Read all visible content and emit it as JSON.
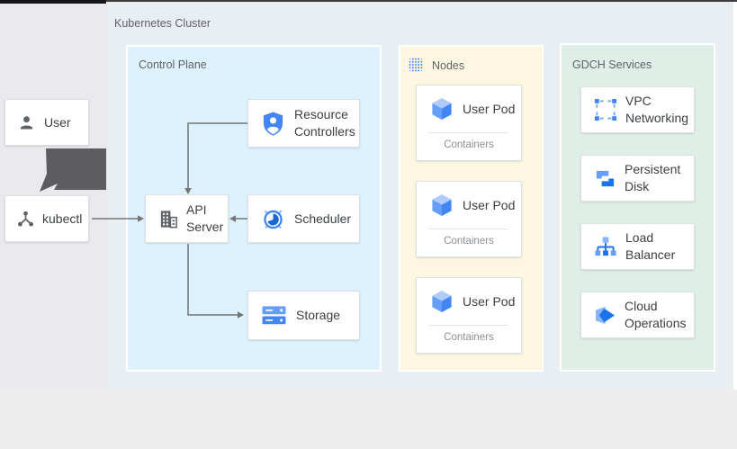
{
  "cluster": {
    "label": "Kubernetes Cluster"
  },
  "left_panel": {
    "user_card": {
      "icon": "person-icon",
      "label": "User"
    },
    "kubectl_card": {
      "icon": "kubectl-icon",
      "label": "kubectl"
    }
  },
  "control_plane": {
    "label": "Control Plane",
    "cards": [
      {
        "icon": "shield-person-icon",
        "label": "Resource\nControllers"
      },
      {
        "icon": "api-building-icon",
        "label": "API\nServer"
      },
      {
        "icon": "scheduler-clock-icon",
        "label": "Scheduler"
      },
      {
        "icon": "storage-icon",
        "label": "Storage"
      }
    ]
  },
  "nodes": {
    "label": "Nodes",
    "icon": "node-grid-icon",
    "pods": [
      {
        "icon": "pod-cube-icon",
        "title": "User Pod",
        "subtitle": "Containers"
      },
      {
        "icon": "pod-cube-icon",
        "title": "User Pod",
        "subtitle": "Containers"
      },
      {
        "icon": "pod-cube-icon",
        "title": "User Pod",
        "subtitle": "Containers"
      }
    ]
  },
  "gdch": {
    "label": "GDCH Services",
    "cards": [
      {
        "icon": "vpc-networking-icon",
        "label": "VPC\nNetworking"
      },
      {
        "icon": "persistent-disk-icon",
        "label": "Persistent\nDisk"
      },
      {
        "icon": "load-balancer-icon",
        "label": "Load\nBalancer"
      },
      {
        "icon": "cloud-operations-icon",
        "label": "Cloud\nOperations"
      }
    ]
  },
  "colors": {
    "cluster_bg": "#e9eef2",
    "control_plane_bg": "#ddf2fd",
    "nodes_bg": "#fdf7e2",
    "gdch_bg": "#dfeee6",
    "left_panel_bg": "#e9e9ee",
    "bottom_bg": "#ededed",
    "card_border": "#dcdfe3",
    "primary_blue": "#4285f4",
    "dark_blue": "#1a73e8",
    "light_blue": "#8ab4f8",
    "arrow_gray": "#757575",
    "dark_arrow_block": "#5d5d5f",
    "title_text": "#3c4043",
    "label_text": "#5f6368",
    "muted_text": "#8a8f94"
  }
}
